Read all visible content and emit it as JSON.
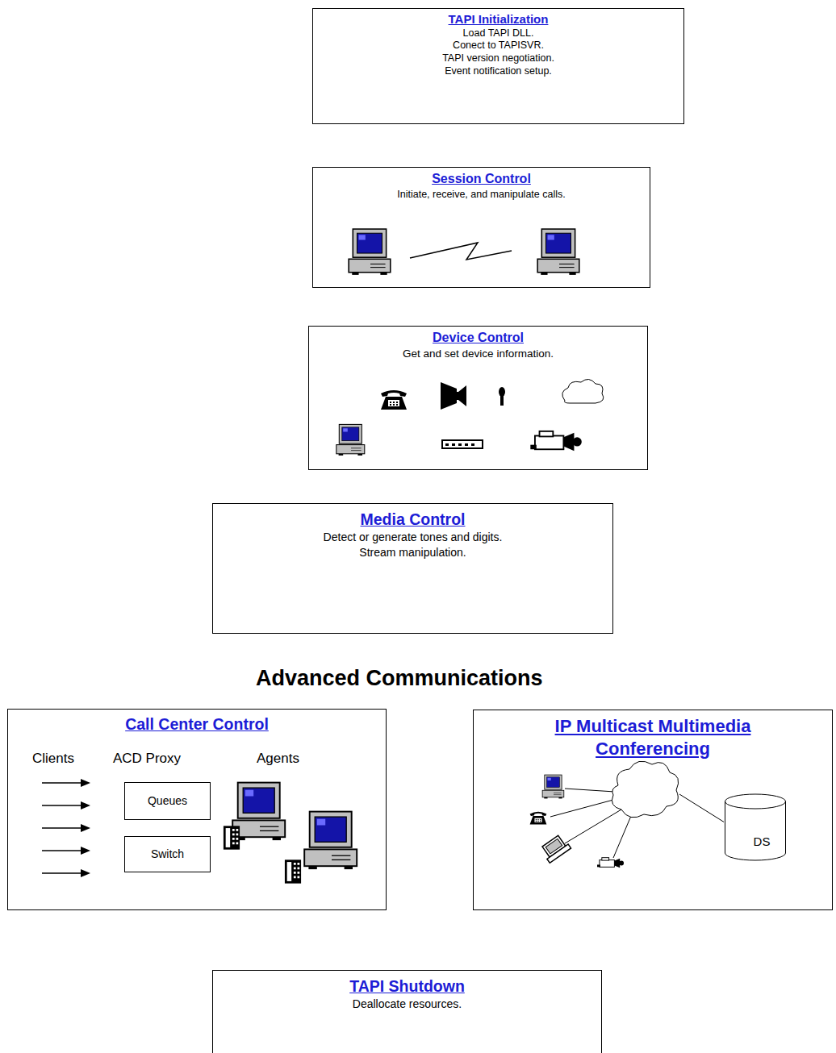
{
  "diagram": {
    "nodes": [
      {
        "text": [
          "TAPI Initialization",
          "Load TAPI DLL.",
          "Conect to TAPISVR.",
          "TAPI version negotiation.",
          "Event notification setup."
        ]
      },
      {
        "text": [
          "Session Control",
          "Initiate, receive, and manipulate calls."
        ]
      },
      {
        "text": [
          "Device Control",
          "Get and set device information."
        ]
      },
      {
        "text": [
          "Media Control",
          "Detect or generate tones and digits.",
          "Stream manipulation."
        ]
      },
      {
        "text": [
          "Call Center Control"
        ]
      },
      {
        "text": [
          "Queues"
        ],
        "in": 4
      },
      {
        "text": [
          "Switch"
        ],
        "in": 4
      },
      {
        "text": [
          "IP Multicast Multimedia Conferencing"
        ]
      },
      {
        "text": [
          "DS"
        ],
        "in": 7
      },
      {
        "text": [
          "TAPI Shutdown",
          "Deallocate resources."
        ]
      }
    ],
    "labels": [
      "Advanced Communications",
      "Clients",
      "ACD Proxy",
      "Agents"
    ]
  }
}
